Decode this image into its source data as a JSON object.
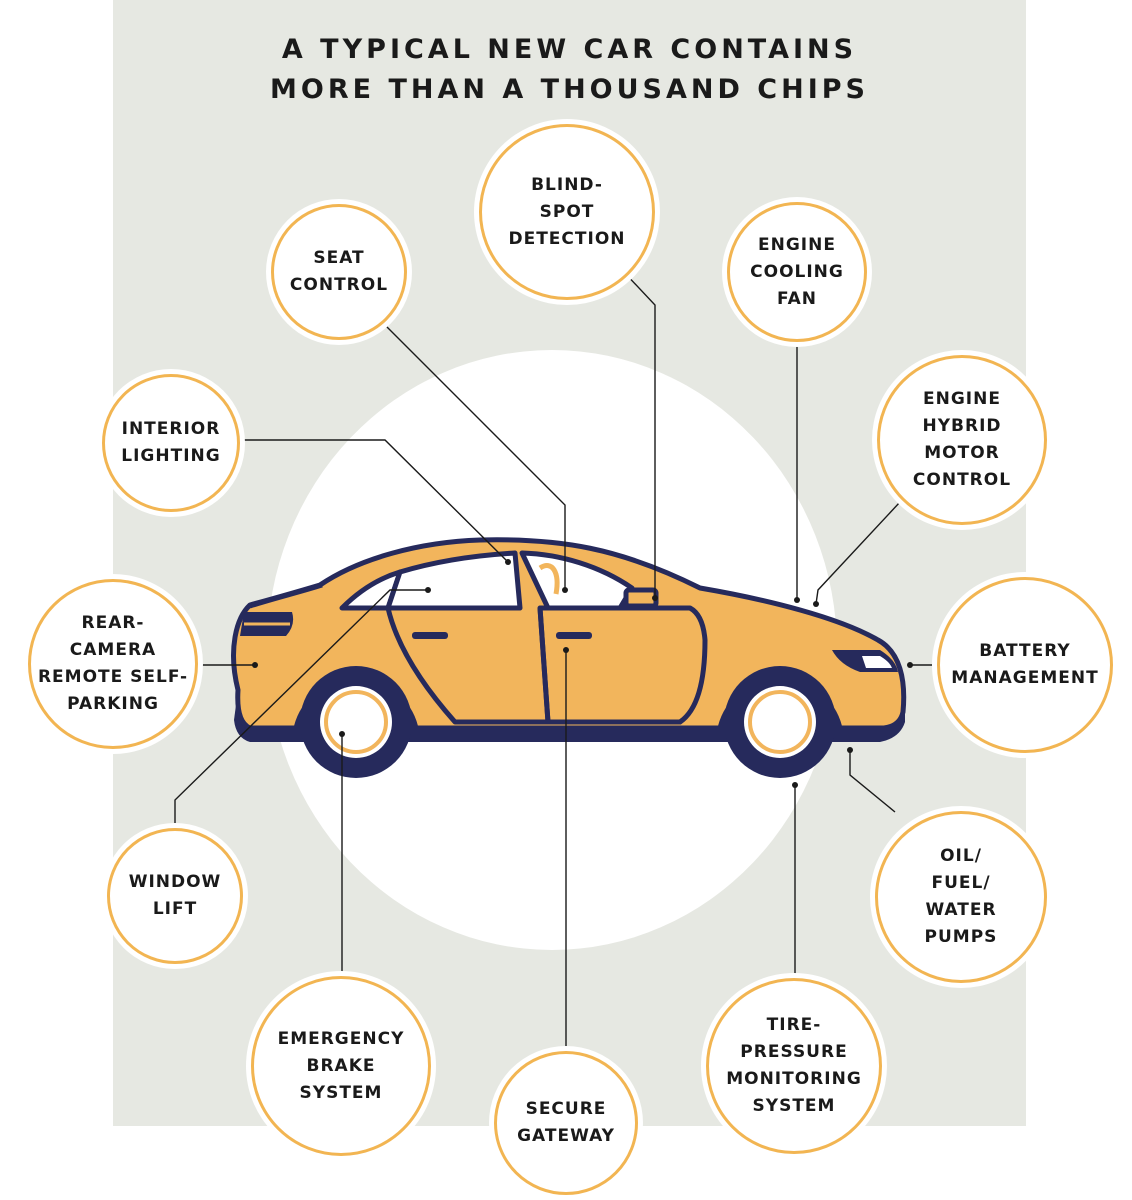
{
  "title": {
    "line1": "A TYPICAL NEW CAR CONTAINS",
    "line2": "MORE THAN A THOUSAND CHIPS"
  },
  "colors": {
    "panel": "#e6e8e2",
    "car_body": "#f2b55c",
    "outline": "#262a5c",
    "bubble_border": "#f2b552",
    "connector": "#1a1a1a"
  },
  "labels": [
    {
      "id": "blind-spot-detection",
      "lines": [
        "BLIND-",
        "SPOT",
        "DETECTION"
      ]
    },
    {
      "id": "seat-control",
      "lines": [
        "SEAT",
        "CONTROL"
      ]
    },
    {
      "id": "engine-cooling-fan",
      "lines": [
        "ENGINE",
        "COOLING",
        "FAN"
      ]
    },
    {
      "id": "engine-hybrid-motor-control",
      "lines": [
        "ENGINE",
        "HYBRID",
        "MOTOR",
        "CONTROL"
      ]
    },
    {
      "id": "interior-lighting",
      "lines": [
        "INTERIOR",
        "LIGHTING"
      ]
    },
    {
      "id": "rear-camera-remote-self-parking",
      "lines": [
        "REAR-",
        "CAMERA",
        "REMOTE SELF-",
        "PARKING"
      ]
    },
    {
      "id": "battery-management",
      "lines": [
        "BATTERY",
        "MANAGEMENT"
      ]
    },
    {
      "id": "window-lift",
      "lines": [
        "WINDOW",
        "LIFT"
      ]
    },
    {
      "id": "oil-fuel-water-pumps",
      "lines": [
        "OIL/",
        "FUEL/",
        "WATER",
        "PUMPS"
      ]
    },
    {
      "id": "emergency-brake-system",
      "lines": [
        "EMERGENCY",
        "BRAKE",
        "SYSTEM"
      ]
    },
    {
      "id": "tire-pressure-monitoring-system",
      "lines": [
        "TIRE-",
        "PRESSURE",
        "MONITORING",
        "SYSTEM"
      ]
    },
    {
      "id": "secure-gateway",
      "lines": [
        "SECURE",
        "GATEWAY"
      ]
    }
  ]
}
